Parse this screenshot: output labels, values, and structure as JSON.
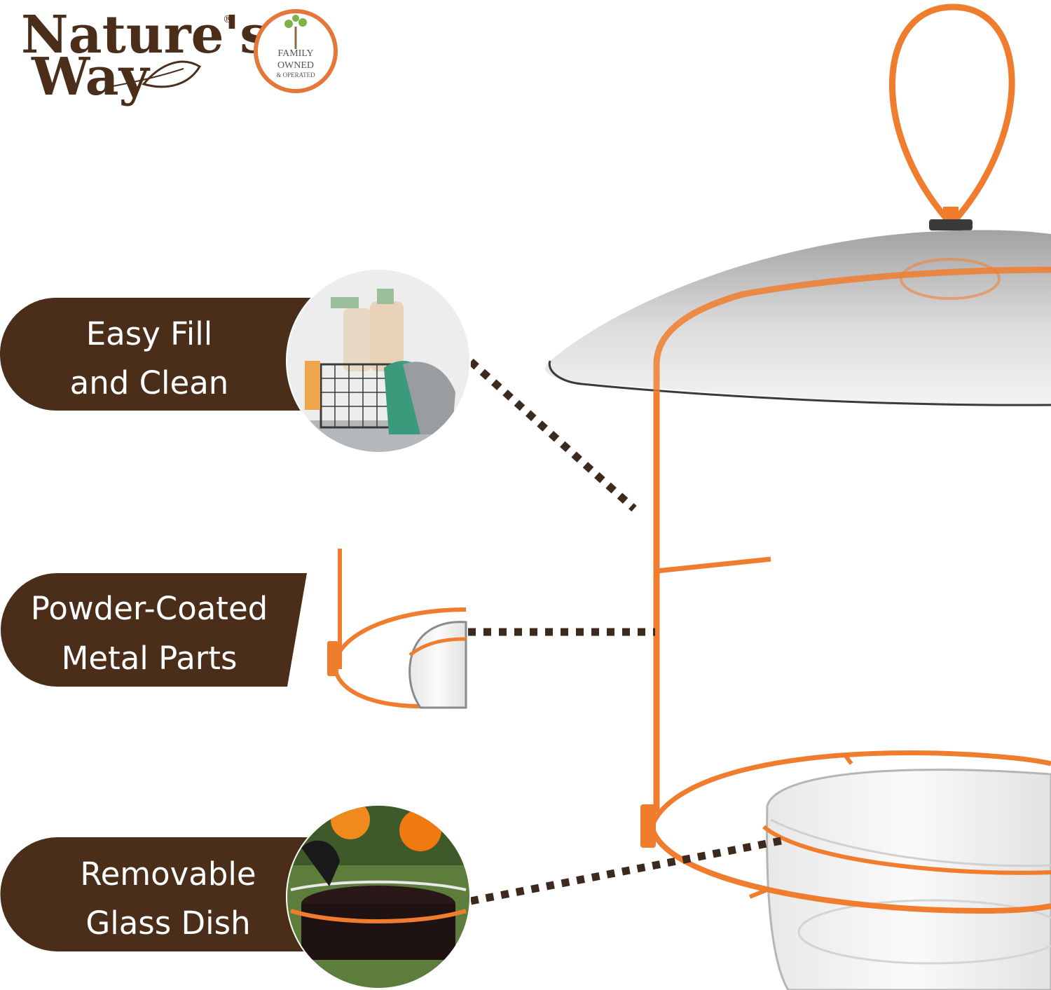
{
  "brand": {
    "line1": "Nature's",
    "line2": "Way",
    "registered": "®"
  },
  "badge": {
    "line1": "FAMILY",
    "line2": "OWNED",
    "line3": "& OPERATED"
  },
  "features": [
    {
      "line1": "Easy Fill",
      "line2": "and Clean"
    },
    {
      "line1": "Powder-Coated",
      "line2": "Metal Parts"
    },
    {
      "line1": "Removable",
      "line2": "Glass Dish"
    }
  ],
  "colors": {
    "brand_brown": "#4a2e1a",
    "accent_orange": "#f07d2e",
    "dotted_line": "#3d2a1e"
  }
}
